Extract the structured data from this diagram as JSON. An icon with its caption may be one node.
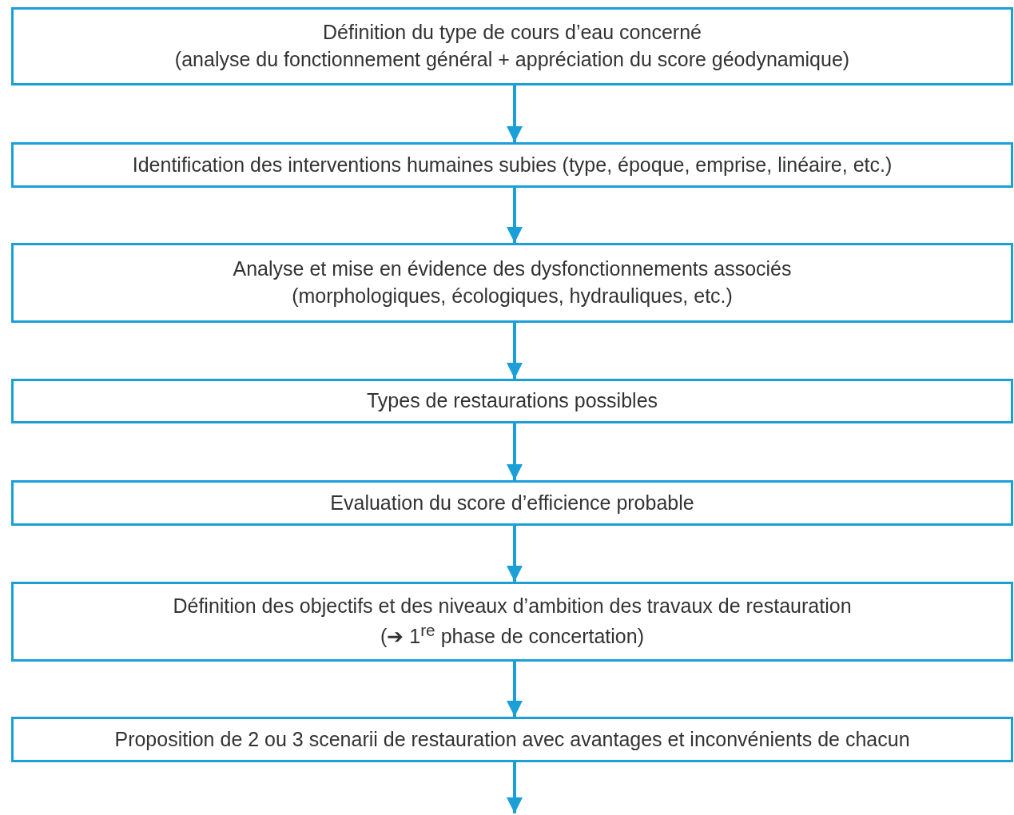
{
  "diagram": {
    "nodes": [
      {
        "text": [
          "Définition du type de cours d’eau concerné",
          "(analyse du fonctionnement général + appréciation du score géodynamique)"
        ]
      },
      {
        "text": [
          "Identification des interventions humaines subies (type, époque, emprise, linéaire, etc.)"
        ]
      },
      {
        "text": [
          "Analyse et mise en évidence des dysfonctionnements associés",
          "(morphologiques, écologiques, hydrauliques, etc.)"
        ]
      },
      {
        "text": [
          "Types de restaurations possibles"
        ]
      },
      {
        "text": [
          "Evaluation du score d’efficience probable"
        ]
      },
      {
        "text": [
          "Définition des objectifs et des niveaux d’ambition des travaux de restauration",
          "(➔ 1$^{re}$ phase de concertation)"
        ]
      },
      {
        "text": [
          "Proposition de 2 ou 3 scenarii de restauration avec avantages et inconvénients de chacun"
        ]
      }
    ],
    "edges": [
      {
        "from": 0,
        "to": 1,
        "arrow": "to"
      },
      {
        "from": 1,
        "to": 2,
        "arrow": "to"
      },
      {
        "from": 2,
        "to": 3,
        "arrow": "to"
      },
      {
        "from": 3,
        "to": 4,
        "arrow": "to"
      },
      {
        "from": 4,
        "to": 5,
        "arrow": "to"
      },
      {
        "from": 5,
        "to": 6,
        "arrow": "to"
      },
      {
        "from": 6,
        "to": null,
        "arrow": "to"
      }
    ]
  }
}
